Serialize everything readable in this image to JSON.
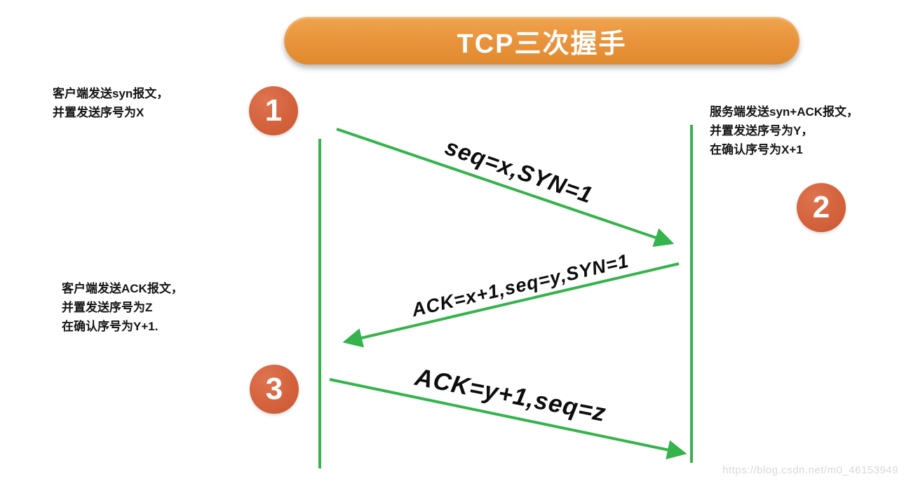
{
  "title": "TCP三次握手",
  "annotations": {
    "step1": {
      "lines": [
        "客户端发送syn报文，",
        "并置发送序号为X"
      ]
    },
    "step2": {
      "lines": [
        "服务端发送syn+ACK报文，",
        "并置发送序号为Y，",
        "在确认序号为X+1"
      ]
    },
    "step3": {
      "lines": [
        "客户端发送ACK报文，",
        "并置发送序号为Z",
        "在确认序号为Y+1."
      ]
    }
  },
  "steps": {
    "one": "1",
    "two": "2",
    "three": "3"
  },
  "messages": {
    "msg1": "seq=x,SYN=1",
    "msg2": "ACK=x+1,seq=y,SYN=1",
    "msg3": "ACK=y+1,seq=z"
  },
  "watermark": "https://blog.csdn.net/m0_46153949",
  "colors": {
    "banner": "#E8923B",
    "badge": "#D4623C",
    "arrow": "#35B34C"
  }
}
